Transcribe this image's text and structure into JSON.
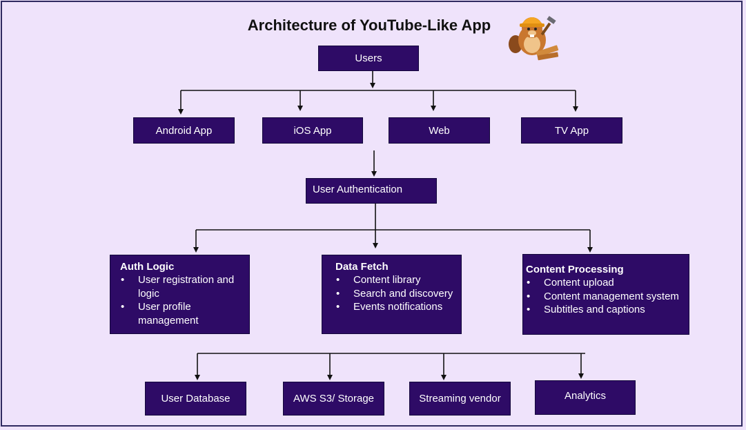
{
  "title": "Architecture of YouTube-Like App",
  "nodes": {
    "users": "Users",
    "clients": [
      "Android App",
      "iOS App",
      "Web",
      "TV App"
    ],
    "auth": "User Authentication",
    "services": [
      {
        "title": "Auth Logic",
        "items": [
          "User registration and logic",
          "User profile management"
        ]
      },
      {
        "title": "Data Fetch",
        "items": [
          "Content library",
          "Search and discovery",
          "Events notifications"
        ]
      },
      {
        "title": "Content Processing",
        "items": [
          "Content upload",
          "Content management system",
          "Subtitles and captions"
        ]
      }
    ],
    "storage": [
      "User Database",
      "AWS S3/ Storage",
      "Streaming vendor",
      "Analytics"
    ]
  },
  "icons": {
    "mascot": "beaver-builder-icon"
  },
  "colors": {
    "box_fill": "#2e0b66",
    "background": "#efe3fb",
    "line": "#111111"
  }
}
